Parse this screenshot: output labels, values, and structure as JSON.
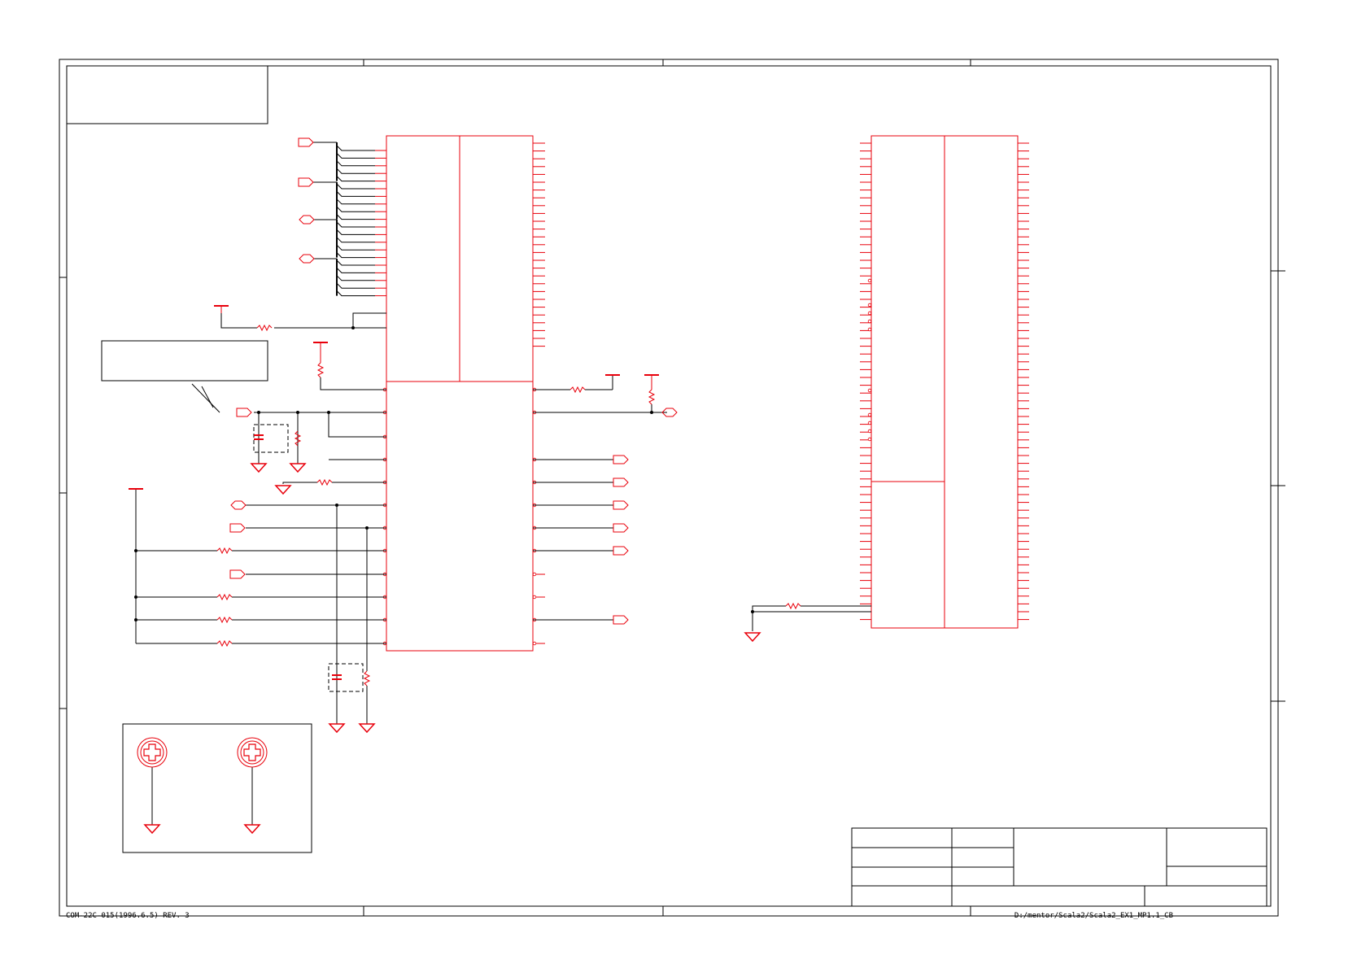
{
  "footer": {
    "form_number": "COM-22C-015(1996.6.5) REV. 3",
    "file_path": "D:/mentor/Scala2/Scala2_EX1_MP1.1_CB"
  },
  "colors": {
    "frame": "#000000",
    "component": "#e8000b",
    "wire": "#000000",
    "background": "#ffffff"
  },
  "symbols": [
    "resistor",
    "capacitor",
    "ground",
    "power-rail",
    "port-connector",
    "junction-dot",
    "mounting-hole"
  ]
}
